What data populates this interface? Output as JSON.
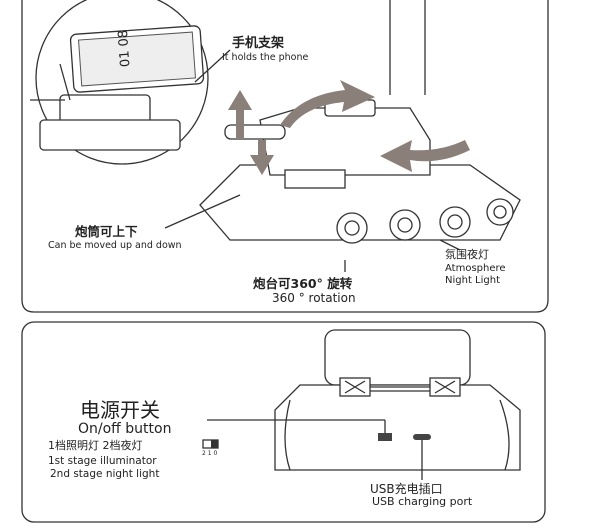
{
  "top_panel": {
    "phone_holder_cn": "手机支架",
    "phone_holder_en": "It holds the phone",
    "barrel_cn": "炮筒可上下",
    "barrel_en": "Can be moved up and down",
    "turret_cn": "炮台可360° 旋转",
    "turret_en": "360 ° rotation",
    "light_cn": "氛围夜灯",
    "light_en_1": "Atmosphere",
    "light_en_2": "Night Light",
    "phone_time": "01 08"
  },
  "bottom_panel": {
    "switch_cn": "电源开关",
    "switch_en": "On/off button",
    "stages_cn": "1档照明灯  2档夜灯",
    "switch_positions": "2 1 0",
    "stage1_en": "1st stage illuminator",
    "stage2_en": "2nd stage night light",
    "usb_cn": "USB充电插口",
    "usb_en": "USB charging port"
  }
}
